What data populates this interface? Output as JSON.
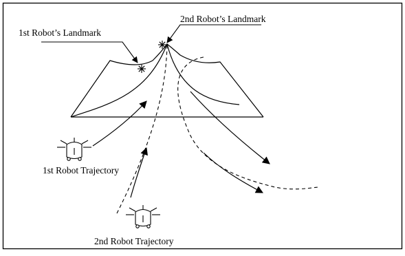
{
  "labels": {
    "first_landmark": "1st Robot’s Landmark",
    "second_landmark": "2nd Robot’s Landmark",
    "first_trajectory": "1st Robot Trajectory",
    "second_trajectory": "2nd Robot Trajectory"
  },
  "markers": {
    "landmark_symbol": "asterisk-icon",
    "robot_symbol": "robot-icon"
  },
  "colors": {
    "ink": "#000000",
    "background": "#ffffff"
  }
}
